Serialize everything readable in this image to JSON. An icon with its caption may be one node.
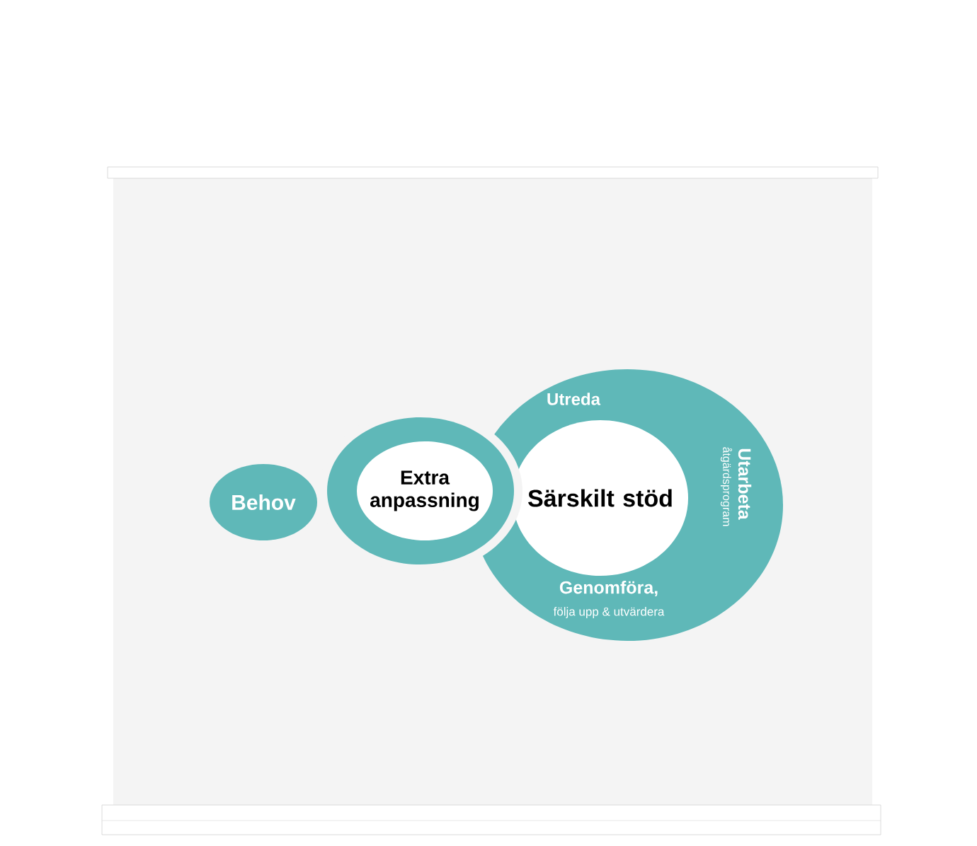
{
  "diagram": {
    "nodes": [
      {
        "text": [
          "Behov"
        ]
      },
      {
        "text": [
          "Extra anpassning"
        ]
      },
      {
        "text": [
          "Särskilt stöd"
        ]
      }
    ],
    "labels": [
      "Utreda",
      "Utarbeta",
      "åtgärdsprogram",
      "Genomföra,",
      "följa upp & utvärdera"
    ]
  }
}
